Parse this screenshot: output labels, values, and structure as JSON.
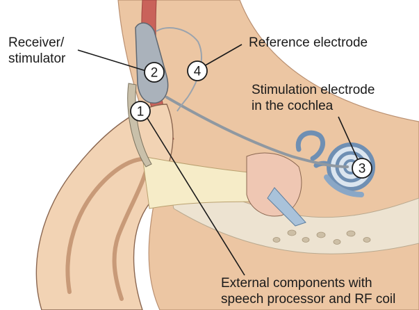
{
  "labels": {
    "receiver_line1": "Receiver/",
    "receiver_line2": "stimulator",
    "reference": "Reference electrode",
    "stim_line1": "Stimulation electrode",
    "stim_line2": "in the cochlea",
    "external_line1": "External components with",
    "external_line2": "speech processor and RF coil"
  },
  "markers": [
    "1",
    "2",
    "3",
    "4"
  ],
  "colors": {
    "skin": "#f2d3b4",
    "skin_dark": "#e2b48e",
    "canal": "#f6ecc8",
    "muscle": "#c9625a",
    "bone": "#e9dcc8",
    "implant": "#9aa3ad",
    "cochlea": "#6f8fb3",
    "outline": "#7a5a45"
  }
}
